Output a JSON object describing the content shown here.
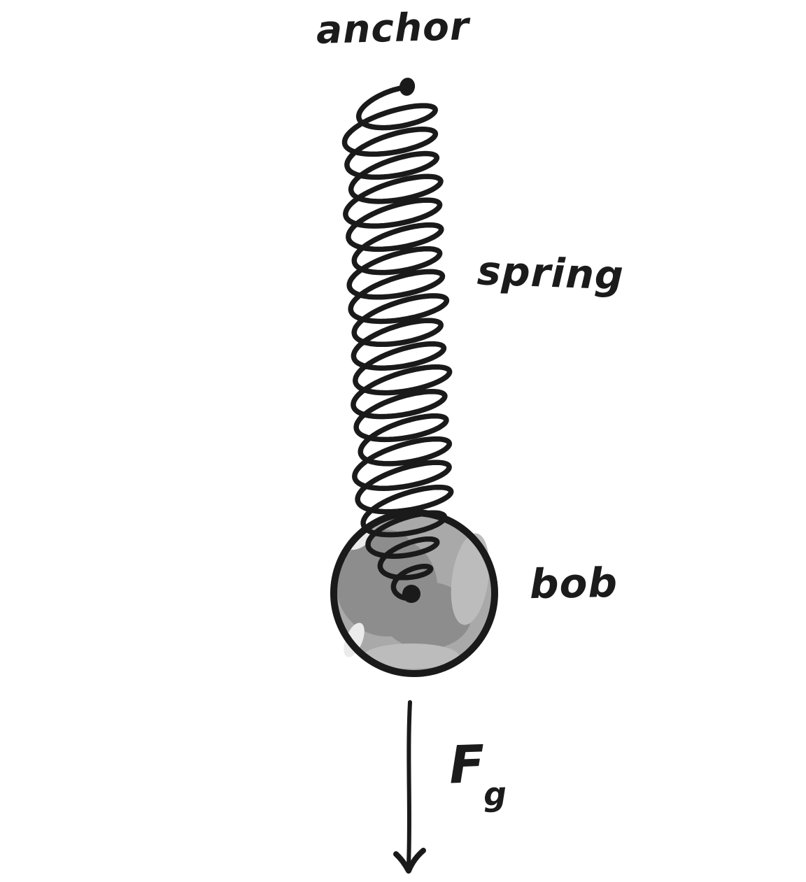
{
  "figure": {
    "labels": {
      "anchor": "anchor",
      "spring": "spring",
      "bob": "bob",
      "force_main": "F",
      "force_sub": "g"
    },
    "colors": {
      "background": "#ffffff",
      "ink": "#1a1a1a",
      "bob_fill": "#a9a9a9",
      "bob_shade": "#8d8d8d",
      "bob_light": "#bcbcbc",
      "bob_highlight": "#ebebeb"
    }
  }
}
